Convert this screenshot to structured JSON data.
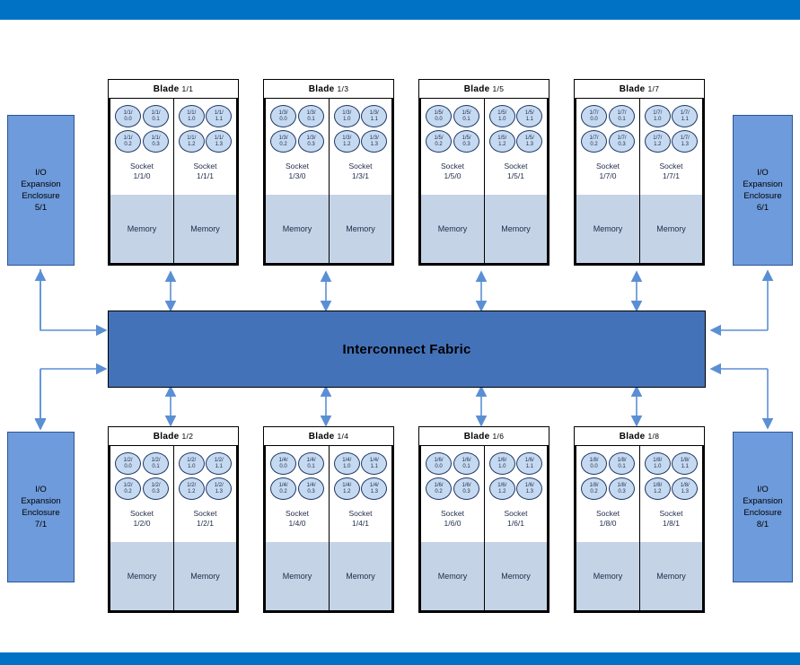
{
  "theme": {
    "band_color": "#0072C6",
    "fabric_color": "#4472B8",
    "enclosure_color": "#6E9BDC",
    "memory_color": "#C5D3E6",
    "core_color": "#C5D9F1",
    "connector_color": "#5B8FD4"
  },
  "fabric": {
    "label": "Interconnect Fabric"
  },
  "enclosures": [
    {
      "name": "io-expansion-enclosure-5-1",
      "text": "I/O\nExpansion\nEnclosure\n5/1",
      "id": "5/1"
    },
    {
      "name": "io-expansion-enclosure-6-1",
      "text": "I/O\nExpansion\nEnclosure\n6/1",
      "id": "6/1"
    },
    {
      "name": "io-expansion-enclosure-7-1",
      "text": "I/O\nExpansion\nEnclosure\n7/1",
      "id": "7/1"
    },
    {
      "name": "io-expansion-enclosure-8-1",
      "text": "I/O\nExpansion\nEnclosure\n8/1",
      "id": "8/1"
    }
  ],
  "blade_title_prefix": "Blade",
  "memory_label": "Memory",
  "socket_label": "Socket",
  "blades": [
    {
      "id": "1/1",
      "row": "top",
      "col": 0,
      "sockets": [
        {
          "label": "Socket",
          "id": "1/1/0",
          "cores": [
            {
              "top": "1/1/",
              "bot": "0.0"
            },
            {
              "top": "1/1/",
              "bot": "0.1"
            },
            {
              "top": "1/1/",
              "bot": "0.2"
            },
            {
              "top": "1/1/",
              "bot": "0.3"
            }
          ]
        },
        {
          "label": "Socket",
          "id": "1/1/1",
          "cores": [
            {
              "top": "1/1/",
              "bot": "1.0"
            },
            {
              "top": "1/1/",
              "bot": "1.1"
            },
            {
              "top": "1/1/",
              "bot": "1.2"
            },
            {
              "top": "1/1/",
              "bot": "1.3"
            }
          ]
        }
      ]
    },
    {
      "id": "1/3",
      "row": "top",
      "col": 1,
      "sockets": [
        {
          "label": "Socket",
          "id": "1/3/0",
          "cores": [
            {
              "top": "1/3/",
              "bot": "0.0"
            },
            {
              "top": "1/3/",
              "bot": "0.1"
            },
            {
              "top": "1/3/",
              "bot": "0.2"
            },
            {
              "top": "1/3/",
              "bot": "0.3"
            }
          ]
        },
        {
          "label": "Socket",
          "id": "1/3/1",
          "cores": [
            {
              "top": "1/3/",
              "bot": "1.0"
            },
            {
              "top": "1/3/",
              "bot": "1.1"
            },
            {
              "top": "1/3/",
              "bot": "1.2"
            },
            {
              "top": "1/3/",
              "bot": "1.3"
            }
          ]
        }
      ]
    },
    {
      "id": "1/5",
      "row": "top",
      "col": 2,
      "sockets": [
        {
          "label": "Socket",
          "id": "1/5/0",
          "cores": [
            {
              "top": "1/5/",
              "bot": "0.0"
            },
            {
              "top": "1/5/",
              "bot": "0.1"
            },
            {
              "top": "1/5/",
              "bot": "0.2"
            },
            {
              "top": "1/5/",
              "bot": "0.3"
            }
          ]
        },
        {
          "label": "Socket",
          "id": "1/5/1",
          "cores": [
            {
              "top": "1/5/",
              "bot": "1.0"
            },
            {
              "top": "1/5/",
              "bot": "1.1"
            },
            {
              "top": "1/5/",
              "bot": "1.2"
            },
            {
              "top": "1/5/",
              "bot": "1.3"
            }
          ]
        }
      ]
    },
    {
      "id": "1/7",
      "row": "top",
      "col": 3,
      "sockets": [
        {
          "label": "Socket",
          "id": "1/7/0",
          "cores": [
            {
              "top": "1/7/",
              "bot": "0.0"
            },
            {
              "top": "1/7/",
              "bot": "0.1"
            },
            {
              "top": "1/7/",
              "bot": "0.2"
            },
            {
              "top": "1/7/",
              "bot": "0.3"
            }
          ]
        },
        {
          "label": "Socket",
          "id": "1/7/1",
          "cores": [
            {
              "top": "1/7/",
              "bot": "1.0"
            },
            {
              "top": "1/7/",
              "bot": "1.1"
            },
            {
              "top": "1/7/",
              "bot": "1.2"
            },
            {
              "top": "1/7/",
              "bot": "1.3"
            }
          ]
        }
      ]
    },
    {
      "id": "1/2",
      "row": "bottom",
      "col": 0,
      "sockets": [
        {
          "label": "Socket",
          "id": "1/2/0",
          "cores": [
            {
              "top": "1/2/",
              "bot": "0.0"
            },
            {
              "top": "1/2/",
              "bot": "0.1"
            },
            {
              "top": "1/2/",
              "bot": "0.2"
            },
            {
              "top": "1/2/",
              "bot": "0.3"
            }
          ]
        },
        {
          "label": "Socket",
          "id": "1/2/1",
          "cores": [
            {
              "top": "1/2/",
              "bot": "1.0"
            },
            {
              "top": "1/2/",
              "bot": "1.1"
            },
            {
              "top": "1/2/",
              "bot": "1.2"
            },
            {
              "top": "1/2/",
              "bot": "1.3"
            }
          ]
        }
      ]
    },
    {
      "id": "1/4",
      "row": "bottom",
      "col": 1,
      "sockets": [
        {
          "label": "Socket",
          "id": "1/4/0",
          "cores": [
            {
              "top": "1/4/",
              "bot": "0.0"
            },
            {
              "top": "1/4/",
              "bot": "0.1"
            },
            {
              "top": "1/4/",
              "bot": "0.2"
            },
            {
              "top": "1/4/",
              "bot": "0.3"
            }
          ]
        },
        {
          "label": "Socket",
          "id": "1/4/1",
          "cores": [
            {
              "top": "1/4/",
              "bot": "1.0"
            },
            {
              "top": "1/4/",
              "bot": "1.1"
            },
            {
              "top": "1/4/",
              "bot": "1.2"
            },
            {
              "top": "1/4/",
              "bot": "1.3"
            }
          ]
        }
      ]
    },
    {
      "id": "1/6",
      "row": "bottom",
      "col": 2,
      "sockets": [
        {
          "label": "Socket",
          "id": "1/6/0",
          "cores": [
            {
              "top": "1/6/",
              "bot": "0.0"
            },
            {
              "top": "1/6/",
              "bot": "0.1"
            },
            {
              "top": "1/6/",
              "bot": "0.2"
            },
            {
              "top": "1/6/",
              "bot": "0.3"
            }
          ]
        },
        {
          "label": "Socket",
          "id": "1/6/1",
          "cores": [
            {
              "top": "1/6/",
              "bot": "1.0"
            },
            {
              "top": "1/6/",
              "bot": "1.1"
            },
            {
              "top": "1/6/",
              "bot": "1.2"
            },
            {
              "top": "1/6/",
              "bot": "1.3"
            }
          ]
        }
      ]
    },
    {
      "id": "1/8",
      "row": "bottom",
      "col": 3,
      "sockets": [
        {
          "label": "Socket",
          "id": "1/8/0",
          "cores": [
            {
              "top": "1/8/",
              "bot": "0.0"
            },
            {
              "top": "1/8/",
              "bot": "0.1"
            },
            {
              "top": "1/8/",
              "bot": "0.2"
            },
            {
              "top": "1/8/",
              "bot": "0.3"
            }
          ]
        },
        {
          "label": "Socket",
          "id": "1/8/1",
          "cores": [
            {
              "top": "1/8/",
              "bot": "1.0"
            },
            {
              "top": "1/8/",
              "bot": "1.1"
            },
            {
              "top": "1/8/",
              "bot": "1.2"
            },
            {
              "top": "1/8/",
              "bot": "1.3"
            }
          ]
        }
      ]
    }
  ]
}
